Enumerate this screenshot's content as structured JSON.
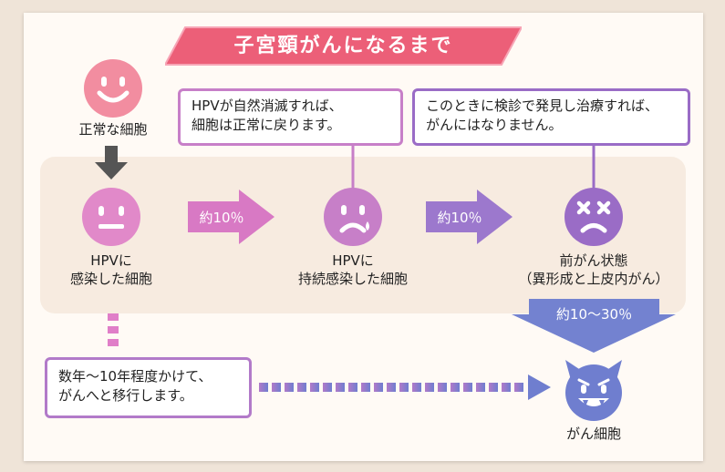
{
  "title": "子宮頸がんになるまで",
  "normal_cell": {
    "label": "正常な細胞"
  },
  "hpv_infected": {
    "line1": "HPVに",
    "line2": "感染した細胞"
  },
  "persistent": {
    "line1": "HPVに",
    "line2": "持続感染した細胞"
  },
  "precancer": {
    "line1": "前がん状態",
    "line2": "（異形成と上皮内がん）"
  },
  "cancer_cell": {
    "label": "がん細胞"
  },
  "arrow1_label": "約10％",
  "arrow2_label": "約10％",
  "arrow3_label": "約10〜30％",
  "callout_regress": {
    "line1": "HPVが自然消滅すれば、",
    "line2": "細胞は正常に戻ります。"
  },
  "callout_screening": {
    "line1": "このときに検診で発見し治療すれば、",
    "line2": "がんにはなりません。"
  },
  "callout_years": {
    "line1": "数年〜10年程度かけて、",
    "line2": "がんへと移行します。"
  },
  "colors": {
    "title_bg": "#ec5f78",
    "normal_face": "#f28da0",
    "infected_face": "#e189c9",
    "persistent_face": "#c77fc8",
    "precancer_face": "#9a6cc6",
    "cancer_face": "#6f7ecf",
    "arrow_pink": "#d879c4",
    "arrow_purple": "#9c78cd",
    "arrow_blue": "#7382d0",
    "panel": "#f7ebe0"
  }
}
